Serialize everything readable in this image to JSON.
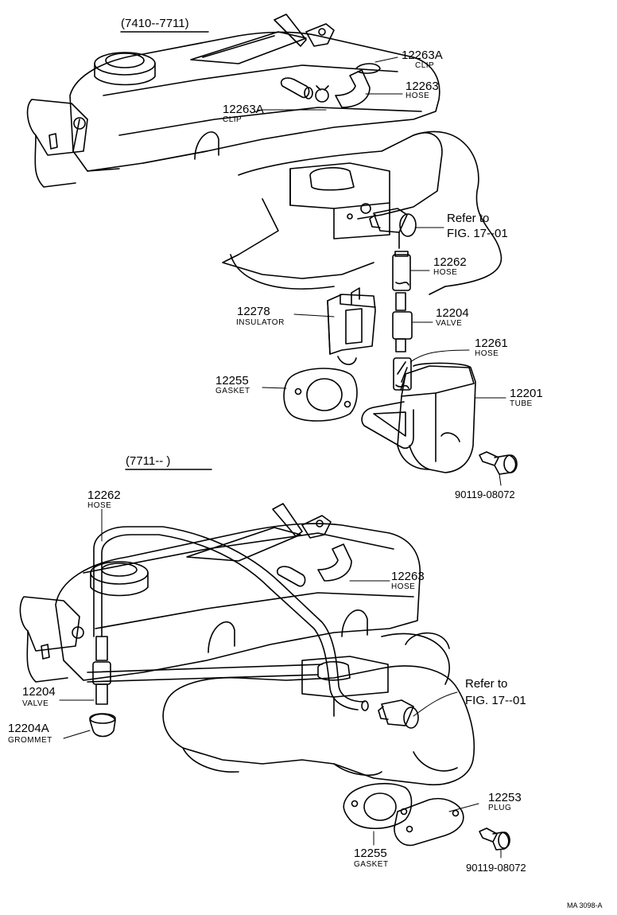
{
  "sections": [
    {
      "range": "(7410--7711)"
    },
    {
      "range": "(7711--        )"
    }
  ],
  "callouts_top": [
    {
      "part": "12263A",
      "name": "CLIP"
    },
    {
      "part": "12263",
      "name": "HOSE"
    },
    {
      "part": "12263A",
      "name": "CLIP"
    },
    {
      "part": "12262",
      "name": "HOSE"
    },
    {
      "part": "12278",
      "name": "INSULATOR"
    },
    {
      "part": "12204",
      "name": "VALVE"
    },
    {
      "part": "12261",
      "name": "HOSE"
    },
    {
      "part": "12255",
      "name": "GASKET"
    },
    {
      "part": "12201",
      "name": "TUBE"
    },
    {
      "part": "90119-08072",
      "name": ""
    }
  ],
  "callouts_bottom": [
    {
      "part": "12262",
      "name": "HOSE"
    },
    {
      "part": "12263",
      "name": "HOSE"
    },
    {
      "part": "12204",
      "name": "VALVE"
    },
    {
      "part": "12204A",
      "name": "GROMMET"
    },
    {
      "part": "12253",
      "name": "PLUG"
    },
    {
      "part": "12255",
      "name": "GASKET"
    },
    {
      "part": "90119-08072",
      "name": ""
    }
  ],
  "references": [
    {
      "line1": "Refer to",
      "line2": "FIG. 17--01"
    },
    {
      "line1": "Refer to",
      "line2": "FIG. 17--01"
    }
  ],
  "drawing_code": "MA 3098-A"
}
